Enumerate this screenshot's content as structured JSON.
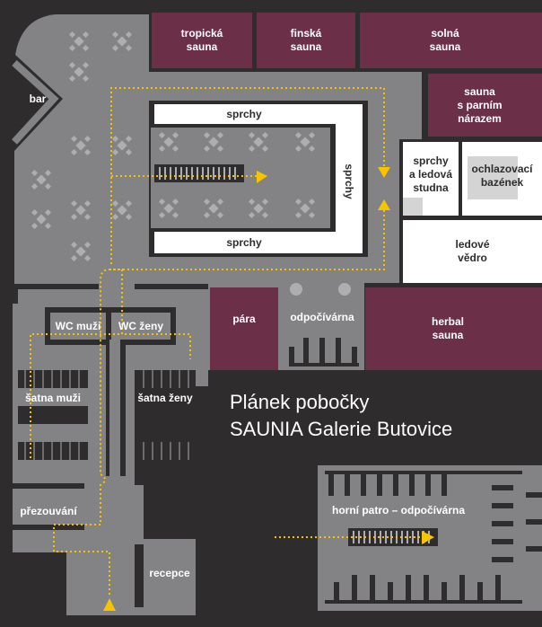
{
  "title": {
    "line1": "Plánek pobočky",
    "line2": "SAUNIA Galerie Butovice"
  },
  "colors": {
    "background": "#2e2c2d",
    "floor": "#838284",
    "sauna": "#6b2f48",
    "white_room": "#ffffff",
    "pool": "#d4d4d4",
    "path": "#f7c500"
  },
  "rooms": {
    "tropical_sauna": "tropická\nsauna",
    "finnish_sauna": "finská\nsauna",
    "salt_sauna": "solná\nsauna",
    "steam_blast_sauna": "sauna\ns parním\nnárazem",
    "bar": "bar",
    "showers_top": "sprchy",
    "showers_right": "sprchy",
    "showers_bottom": "sprchy",
    "showers_ice_well": "sprchy\na ledová\nstudna",
    "cooling_pool": "ochlazovací\nbazének",
    "ice_bucket": "ledové\nvědro",
    "wc_men": "WC muži",
    "wc_women": "WC ženy",
    "steam_room": "pára",
    "relax_room": "odpočívárna",
    "herbal_sauna": "herbal\nsauna",
    "locker_men": "šatna muži",
    "locker_women": "šatna ženy",
    "shoe_change": "přezouvání",
    "reception": "recepce",
    "upper_floor_relax": "horní patro – odpočívárna"
  },
  "icons": {
    "route_path": "dotted-arrow-path",
    "stairs": "stairs",
    "lounge_tables": "table-with-chairs",
    "lockers": "locker-benches",
    "loungers": "lounger"
  }
}
